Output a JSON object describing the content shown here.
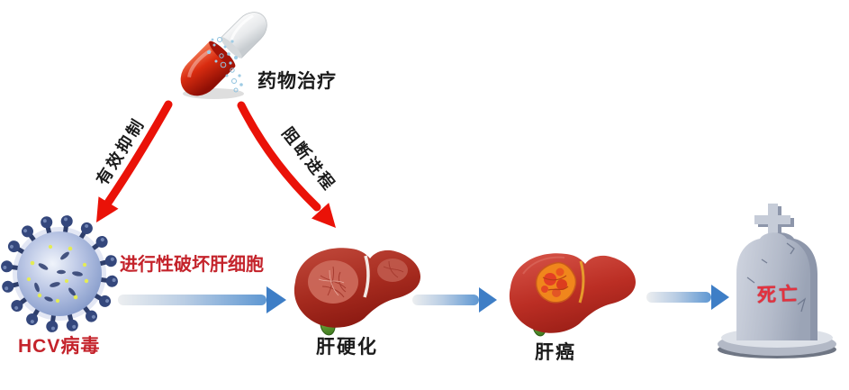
{
  "nodes": {
    "treatment": {
      "label": "药物治疗",
      "icon": "capsule-icon"
    },
    "virus": {
      "label": "HCV病毒",
      "icon": "virus-icon",
      "label_color": "#c4232b"
    },
    "cirrhosis": {
      "label": "肝硬化",
      "icon": "liver-cirrhosis-icon",
      "label_color": "#1b1b1b"
    },
    "cancer": {
      "label": "肝癌",
      "icon": "liver-cancer-icon",
      "label_color": "#1b1b1b"
    },
    "death": {
      "label": "死亡",
      "icon": "tombstone-icon",
      "label_color": "#e3323f"
    }
  },
  "edges": {
    "inhibit": {
      "label": "有效抑制",
      "from": "treatment",
      "to": "virus",
      "style": "red-arrow"
    },
    "block": {
      "label": "阻断进程",
      "from": "treatment",
      "to": "cirrhosis",
      "style": "red-arrow"
    },
    "destroy": {
      "label": "进行性破坏肝细胞",
      "from": "virus",
      "to": "cirrhosis",
      "style": "blue-arrow",
      "label_color": "#c4232b"
    },
    "progress1": {
      "label": "",
      "from": "cirrhosis",
      "to": "cancer",
      "style": "blue-arrow"
    },
    "progress2": {
      "label": "",
      "from": "cancer",
      "to": "death",
      "style": "blue-arrow"
    }
  },
  "colors": {
    "background": "#ffffff",
    "red_arrow": "#ea1208",
    "red_text": "#c4232b",
    "death_text": "#e3323f",
    "black_text": "#1b1b1b",
    "blue_arrow_head": "#3e7ec6",
    "blue_arrow_tail": "#eceef0",
    "virus_blue": "#8fa3cf",
    "virus_spike_navy": "#2e3e6b",
    "liver_red": "#b03228",
    "tumor_orange": "#f0861c",
    "gallbladder_green": "#4f8f29",
    "tombstone_gray": "#aab1bf"
  }
}
